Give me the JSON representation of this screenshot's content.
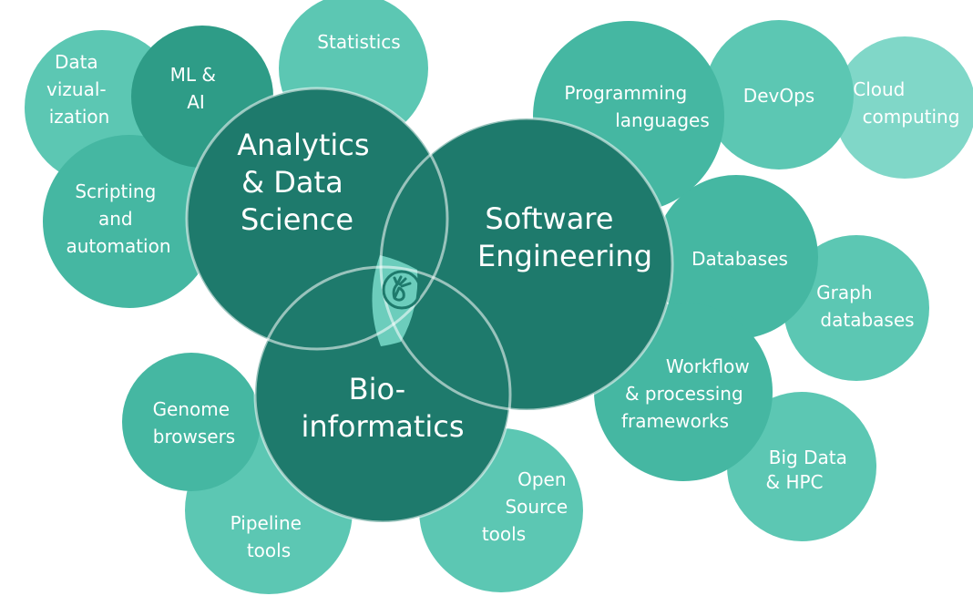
{
  "topics": {
    "data_viz": [
      "Data",
      "vizual-",
      "ization"
    ],
    "ml_ai": [
      "ML &",
      "AI"
    ],
    "statistics": [
      "Statistics"
    ],
    "scripting": [
      "Scripting",
      "and",
      "automation"
    ],
    "programming": [
      "Programming",
      "languages"
    ],
    "devops": [
      "DevOps"
    ],
    "cloud": [
      "Cloud",
      "computing"
    ],
    "databases": [
      "Databases"
    ],
    "graph_db": [
      "Graph",
      "databases"
    ],
    "workflow": [
      "Workflow",
      "& processing",
      "frameworks"
    ],
    "bigdata": [
      "Big Data",
      "& HPC"
    ],
    "genome": [
      "Genome",
      "browsers"
    ],
    "pipeline": [
      "Pipeline",
      "tools"
    ],
    "opensource": [
      "Open",
      "Source",
      "tools"
    ]
  },
  "domains": {
    "analytics": [
      "Analytics",
      "& Data",
      "Science"
    ],
    "software": [
      "Software",
      "Engineering"
    ],
    "bioinformatics": [
      "Bio-",
      "informatics"
    ]
  },
  "center_icon": "hand-logo-icon",
  "colors": {
    "main": "#1e7a6c",
    "topic_light": "#5cc7b3",
    "topic_mid": "#45b7a2",
    "topic_dark": "#2e9c87",
    "topic_pale": "#80d7c8",
    "center": "#6ccdbc"
  }
}
